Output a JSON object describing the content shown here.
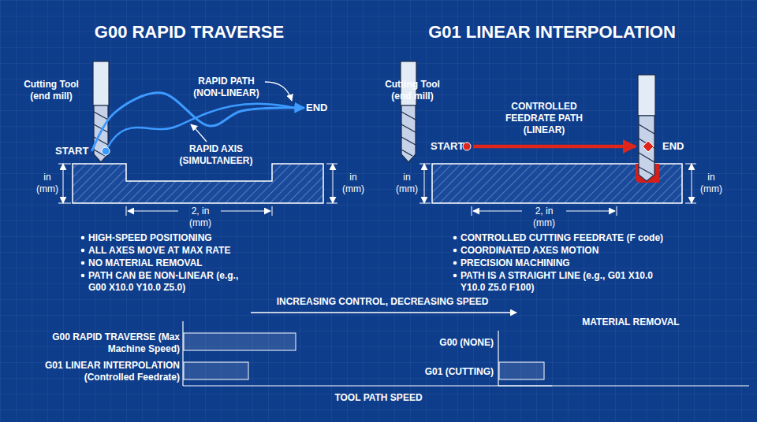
{
  "diagram": {
    "nodes": [
      {
        "text": [
          "START"
        ]
      },
      {
        "text": [
          "END"
        ]
      },
      {
        "text": [
          "START"
        ]
      },
      {
        "text": [
          "END"
        ]
      }
    ],
    "edges": [
      {
        "from": 0,
        "to": 1,
        "arrow": "to"
      },
      {
        "from": 2,
        "to": 3,
        "arrow": "to"
      }
    ],
    "labels": [
      "G00 RAPID TRAVERSE",
      "G01 LINEAR INTERPOLATION",
      "Cutting Tool (end mill)",
      "RAPID PATH (NON-LINEAR)",
      "RAPID AXIS (SIMULTANEER)",
      "in (mm)",
      "in (mm)",
      "2, in (mm)",
      "HIGH-SPEED POSITIONING",
      "ALL AXES MOVE AT MAX RATE",
      "NO MATERIAL REMOVAL",
      "PATH CAN BE NON-LINEAR (e.g., G00 X10.0 Y10.0 Z5.0)",
      "Cutting Tool (end mill)",
      "CONTROLLED FEEDRATE PATH (LINEAR)",
      "in (mm)",
      "in (mm)",
      "2, in (mm)",
      "CONTROLLED CUTTING FEEDRATE (F code)",
      "COORDINATED AXES MOTION",
      "PRECISION MACHINING",
      "PATH IS A STRAIGHT LINE (e.g., G01 X10.0 Y10.0 Z5.0 F100)",
      "INCREASING CONTROL, DECREASING SPEED",
      "G00 RAPID TRAVERSE (Max Machine Speed)",
      "G01 LINEAR INTERPOLATION (Controlled Feedrate)",
      "TOOL PATH SPEED",
      "MATERIAL REMOVAL",
      "G00 (NONE)",
      "G01 (CUTTING)"
    ]
  }
}
